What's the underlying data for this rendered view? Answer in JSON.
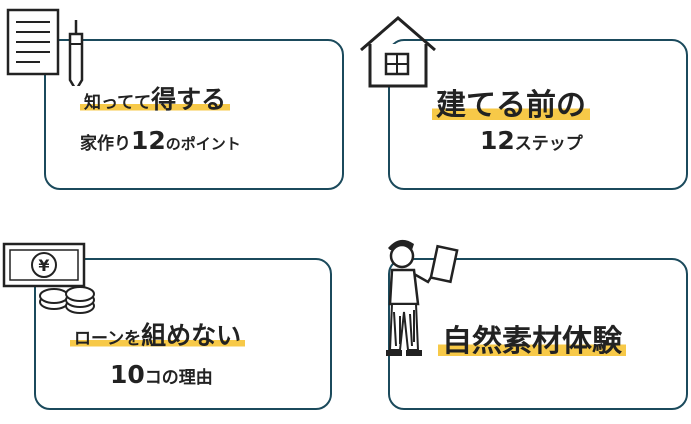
{
  "cards": [
    {
      "line1_small": "知ってて",
      "line1_big": "得する",
      "line2_small": "家作り",
      "line2_num": "12",
      "line2_tail": "のポイント"
    },
    {
      "line1": "建てる前の",
      "line2_num": "12",
      "line2_tail": "ステップ"
    },
    {
      "line1_small": "ローンを",
      "line1_big": "組めない",
      "line2_num": "10",
      "line2_tail": "コの理由"
    },
    {
      "line1": "自然素材体験"
    }
  ],
  "icons": [
    "document-pencil-icon",
    "house-icon",
    "money-coins-icon",
    "person-painting-icon"
  ],
  "colors": {
    "border": "#1b4a5c",
    "highlight": "#f7c948",
    "text": "#222222"
  }
}
